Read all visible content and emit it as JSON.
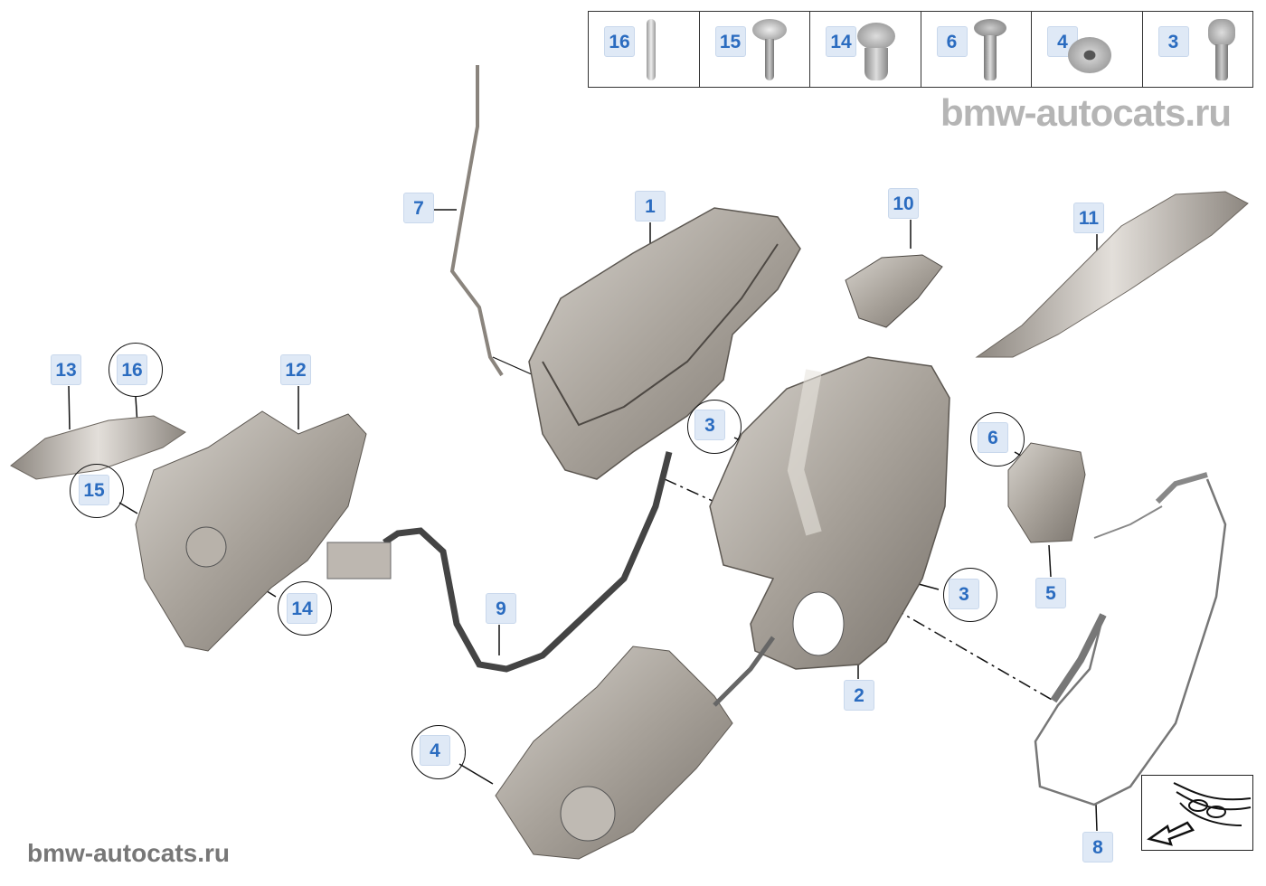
{
  "hardware_strip": [
    {
      "number": "16",
      "part": "pin"
    },
    {
      "number": "15",
      "part": "screw"
    },
    {
      "number": "14",
      "part": "expanding-nut"
    },
    {
      "number": "6",
      "part": "countersunk-screw"
    },
    {
      "number": "4",
      "part": "flange-nut"
    },
    {
      "number": "3",
      "part": "torx-bolt"
    }
  ],
  "callouts": {
    "c1": "1",
    "c2": "2",
    "c3a": "3",
    "c3b": "3",
    "c4": "4",
    "c5": "5",
    "c6": "6",
    "c7": "7",
    "c8": "8",
    "c9": "9",
    "c10": "10",
    "c11": "11",
    "c12": "12",
    "c13": "13",
    "c14": "14",
    "c15": "15",
    "c16": "16"
  },
  "watermark": "bmw-autocats.ru",
  "colors": {
    "label_text": "#2b6cc0",
    "label_bg": "#dfe9f6",
    "part_gray": "#a9a39c"
  }
}
